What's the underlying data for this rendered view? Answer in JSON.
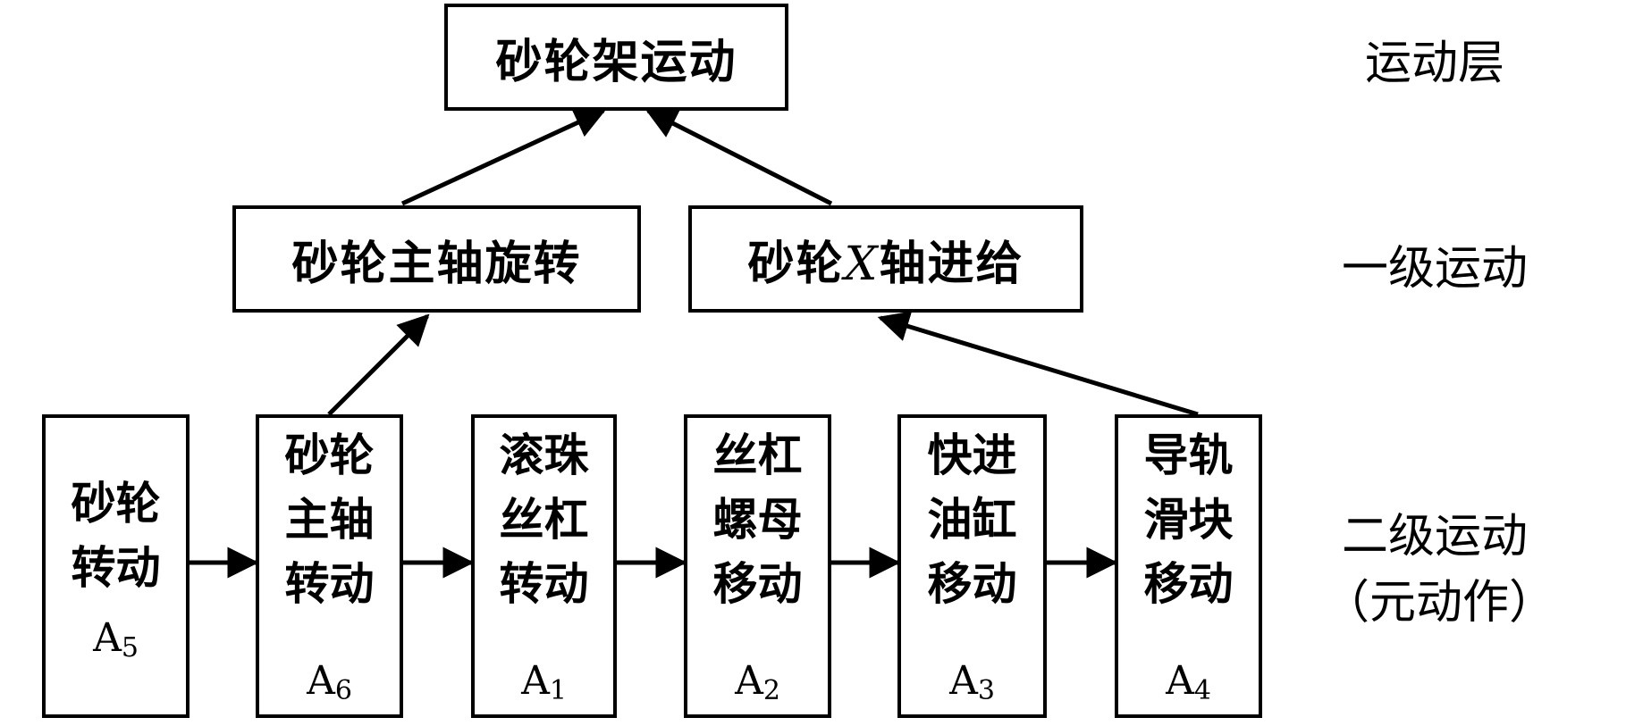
{
  "top": {
    "label": "砂轮架运动"
  },
  "level1": {
    "spindle_rotation": {
      "label": "砂轮主轴旋转"
    },
    "x_feed": {
      "prefix": "砂轮",
      "axis": "X",
      "suffix": "轴进给"
    }
  },
  "elements": [
    {
      "lines": [
        "砂轮",
        "转动"
      ],
      "code": "A",
      "sub": "5"
    },
    {
      "lines": [
        "砂轮",
        "主轴",
        "转动"
      ],
      "code": "A",
      "sub": "6"
    },
    {
      "lines": [
        "滚珠",
        "丝杠",
        "转动"
      ],
      "code": "A",
      "sub": "1"
    },
    {
      "lines": [
        "丝杠",
        "螺母",
        "移动"
      ],
      "code": "A",
      "sub": "2"
    },
    {
      "lines": [
        "快进",
        "油缸",
        "移动"
      ],
      "code": "A",
      "sub": "3"
    },
    {
      "lines": [
        "导轨",
        "滑块",
        "移动"
      ],
      "code": "A",
      "sub": "4"
    }
  ],
  "layers": {
    "motion": "运动层",
    "first": "一级运动",
    "second": "二级运动",
    "second_note": "（元动作）"
  }
}
